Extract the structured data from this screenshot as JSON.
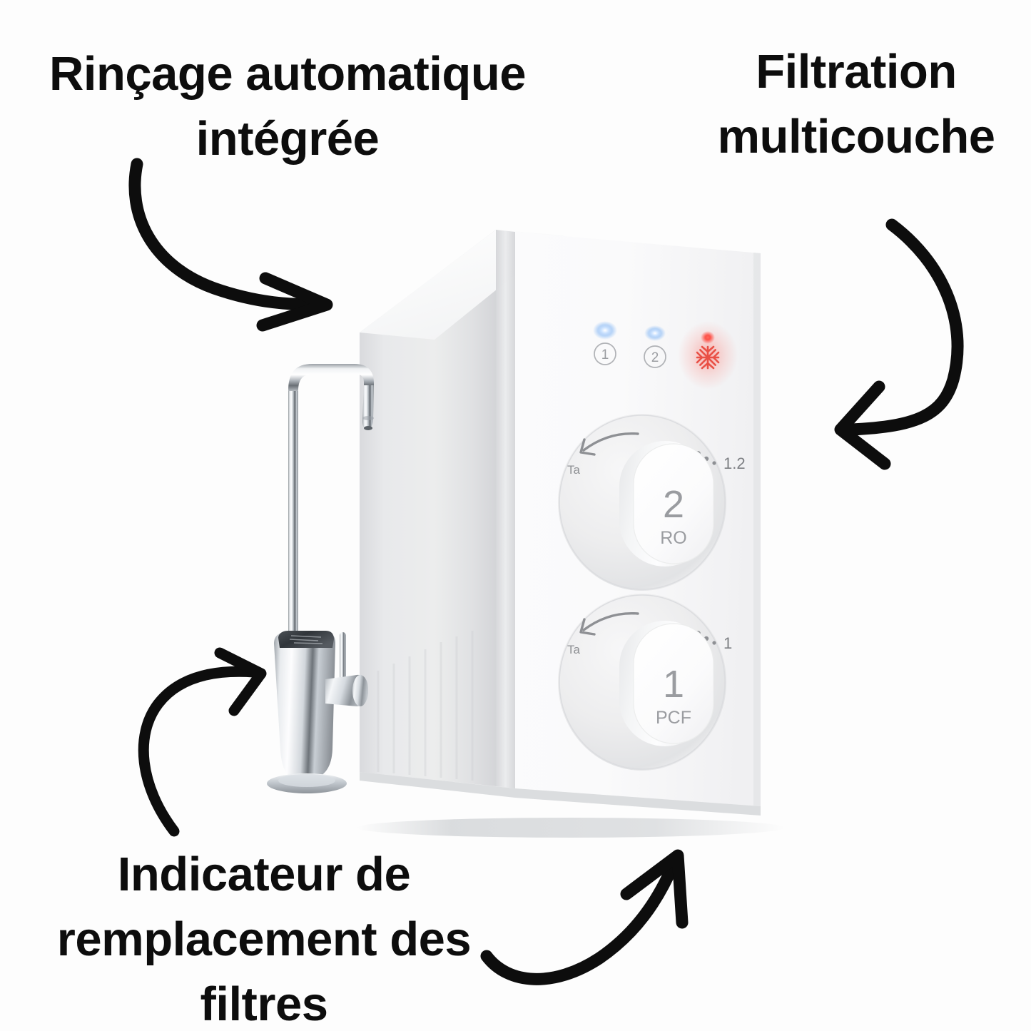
{
  "page": {
    "background_color": "#fdfdfd",
    "text_color": "#0d0d0d",
    "language": "fr"
  },
  "annotations": [
    {
      "id": "auto-rinse",
      "text": "Rinçage automatique\nintégrée",
      "position": "top-left",
      "arrow": "curved-arrow-down-right"
    },
    {
      "id": "multilayer-filtration",
      "text": "Filtration\nmulticouche",
      "position": "top-right",
      "arrow": "curved-arrow-down-left"
    },
    {
      "id": "filter-replacement-indicator",
      "text": "Indicateur de\nremplacement des\nfiltres",
      "position": "bottom-left",
      "arrow": "curved-arrow-up-right"
    },
    {
      "id": "bottom-right-pointer",
      "text": "",
      "position": "bottom-center",
      "arrow": "curved-arrow-up-right-long"
    }
  ],
  "product": {
    "name": "water-purifier-unit",
    "body_color": "#f4f4f5",
    "panel_color": "#fafafa",
    "side_color": "#e4e5e7",
    "indicators": [
      {
        "label": "1",
        "led_color": "#7fb6ff",
        "led_on": true,
        "name": "stage-1-indicator"
      },
      {
        "label": "2",
        "led_color": "#9fc8ff",
        "led_on": true,
        "name": "stage-2-indicator"
      },
      {
        "label": "",
        "led_color": "#ff3b30",
        "led_on": true,
        "name": "uv-sterilize-indicator",
        "icon": "snowflake-icon"
      }
    ],
    "knobs": [
      {
        "name": "ro-filter-knob",
        "number": "2",
        "code": "RO",
        "left_label": "Ta",
        "right_label": "1.2",
        "dots": 3
      },
      {
        "name": "pcf-filter-knob",
        "number": "1",
        "code": "PCF",
        "left_label": "Ta",
        "right_label": "1",
        "dots": 3
      }
    ]
  },
  "faucet": {
    "name": "chrome-faucet",
    "finish_color": "#c9ccd1",
    "handle": "lever-handle"
  }
}
